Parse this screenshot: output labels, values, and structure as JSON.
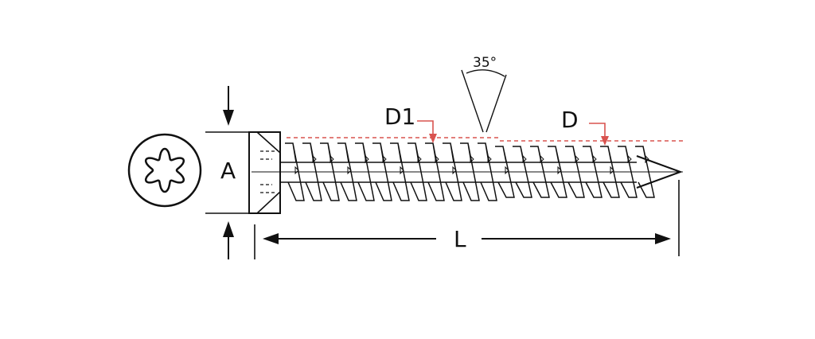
{
  "labels": {
    "angle": "35°",
    "d1": "D1",
    "d": "D",
    "a": "A",
    "l": "L"
  },
  "colors": {
    "line": "#111111",
    "accent": "#d9534f",
    "background": "#ffffff"
  }
}
